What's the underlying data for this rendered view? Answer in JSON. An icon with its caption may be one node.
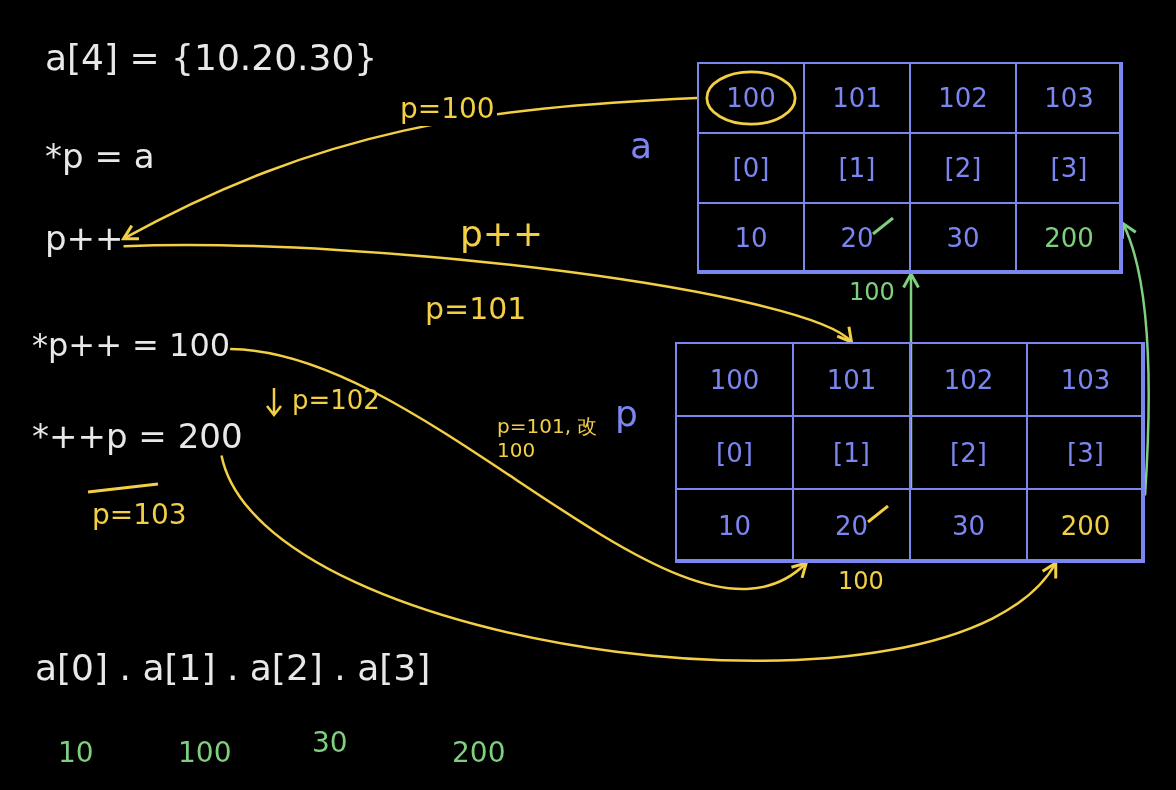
{
  "diagram": {
    "nodes": [
      {
        "text": [
          "a[4] = {10.20.30}"
        ]
      },
      {
        "text": [
          "*p = a"
        ]
      },
      {
        "text": [
          "p++"
        ]
      },
      {
        "text": [
          "*p++ = 100"
        ]
      },
      {
        "text": [
          "*++p = 200"
        ]
      },
      {
        "text": [
          "a"
        ]
      },
      {
        "text": [
          "100"
        ],
        "in": 5
      },
      {
        "text": [
          "101"
        ],
        "in": 5
      },
      {
        "text": [
          "102"
        ],
        "in": 5
      },
      {
        "text": [
          "103"
        ],
        "in": 5
      },
      {
        "text": [
          "[0]"
        ],
        "in": 5
      },
      {
        "text": [
          "[1]"
        ],
        "in": 5
      },
      {
        "text": [
          "[2]"
        ],
        "in": 5
      },
      {
        "text": [
          "[3]"
        ],
        "in": 5
      },
      {
        "text": [
          "10"
        ],
        "in": 5
      },
      {
        "text": [
          "20"
        ],
        "beside": [
          "100"
        ],
        "in": 5
      },
      {
        "text": [
          "30"
        ],
        "in": 5
      },
      {
        "text": [
          "200"
        ],
        "in": 5
      },
      {
        "text": [
          "p"
        ]
      },
      {
        "text": [
          "100"
        ],
        "in": 18
      },
      {
        "text": [
          "101"
        ],
        "in": 18
      },
      {
        "text": [
          "102"
        ],
        "in": 18
      },
      {
        "text": [
          "103"
        ],
        "in": 18
      },
      {
        "text": [
          "[0]"
        ],
        "in": 18
      },
      {
        "text": [
          "[1]"
        ],
        "in": 18
      },
      {
        "text": [
          "[2]"
        ],
        "in": 18
      },
      {
        "text": [
          "[3]"
        ],
        "in": 18
      },
      {
        "text": [
          "10"
        ],
        "in": 18
      },
      {
        "text": [
          "20"
        ],
        "beside": [
          "100"
        ],
        "in": 18
      },
      {
        "text": [
          "30"
        ],
        "in": 18
      },
      {
        "text": [
          "200"
        ],
        "in": 18
      }
    ],
    "edges": [
      {
        "from": 6,
        "to": 2,
        "arrow": "to",
        "label": "p=100"
      },
      {
        "from": 2,
        "to": 20,
        "arrow": "to",
        "label": "p++"
      },
      {
        "from": 3,
        "to": 28,
        "arrow": "to",
        "label": "p=101, 改100"
      },
      {
        "from": 4,
        "to": 30,
        "arrow": "to"
      },
      {
        "from": 28,
        "to": 15,
        "arrow": "to",
        "color": "#7ed07e"
      },
      {
        "from": 30,
        "to": 17,
        "arrow": "to",
        "color": "#7ed07e"
      }
    ],
    "labels": [
      "p=101",
      "p=102",
      "p=103",
      "a[0] . a[1] . a[2] . a[3]",
      "10",
      "100",
      "30",
      "200"
    ]
  }
}
